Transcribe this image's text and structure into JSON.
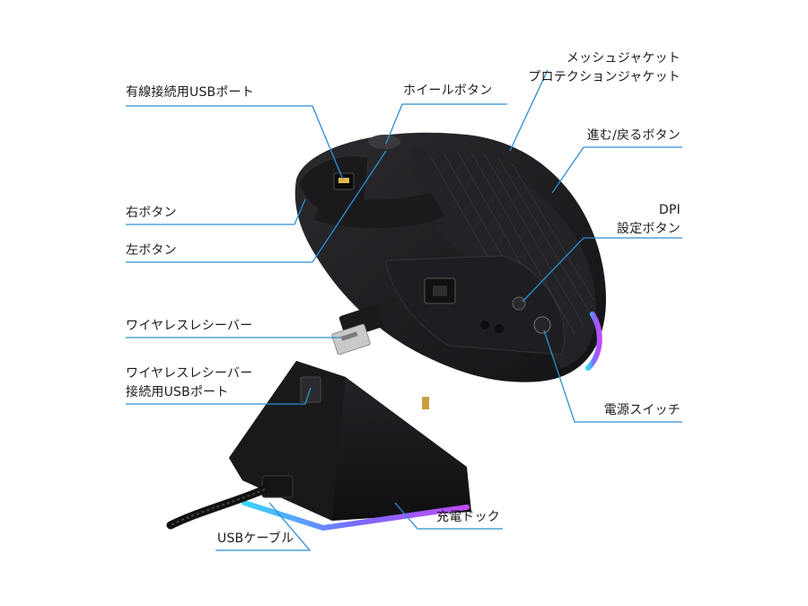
{
  "callouts": {
    "wired_usb_port": "有線接続用USBポート",
    "wheel_button": "ホイールボタン",
    "mesh_jacket_line1": "メッシュジャケット",
    "mesh_jacket_line2": "プロテクションジャケット",
    "forward_back_button": "進む/戻るボタン",
    "right_button": "右ボタン",
    "dpi_line1": "DPI",
    "dpi_line2": "設定ボタン",
    "left_button": "左ボタン",
    "wireless_receiver": "ワイヤレスレシーバー",
    "receiver_port_line1": "ワイヤレスレシーバー",
    "receiver_port_line2": "接続用USBポート",
    "power_switch": "電源スイッチ",
    "charging_dock": "充電ドック",
    "usb_cable": "USBケーブル"
  },
  "colors": {
    "leader_line": "#2a8fd0",
    "body": "#1c1c1f",
    "glow_cyan": "#38d6ff",
    "glow_magenta": "#c24bff"
  }
}
